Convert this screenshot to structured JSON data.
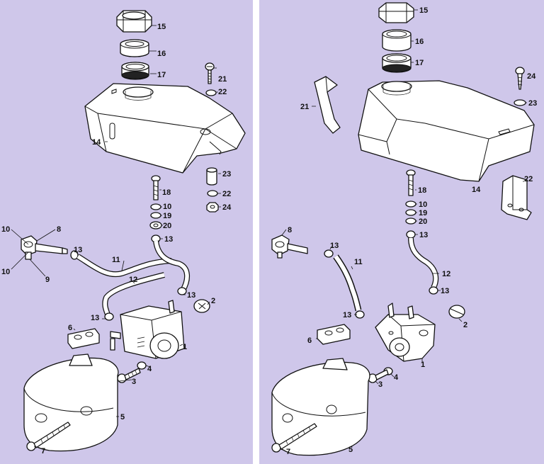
{
  "panel_colors": {
    "background": "#cfc7ea",
    "divider": "#ffffff",
    "ink": "#111111"
  },
  "left_callouts": [
    {
      "id": "l15",
      "text": "15"
    },
    {
      "id": "l16",
      "text": "16"
    },
    {
      "id": "l17",
      "text": "17"
    },
    {
      "id": "l21",
      "text": "21"
    },
    {
      "id": "l22a",
      "text": "22"
    },
    {
      "id": "l14",
      "text": "14"
    },
    {
      "id": "l18",
      "text": "18"
    },
    {
      "id": "l23",
      "text": "23"
    },
    {
      "id": "l22b",
      "text": "22"
    },
    {
      "id": "l24",
      "text": "24"
    },
    {
      "id": "l10",
      "text": "10"
    },
    {
      "id": "l19",
      "text": "19"
    },
    {
      "id": "l20",
      "text": "20"
    },
    {
      "id": "l13a",
      "text": "13"
    },
    {
      "id": "l10b",
      "text": "10"
    },
    {
      "id": "l8",
      "text": "8"
    },
    {
      "id": "l10c",
      "text": "10"
    },
    {
      "id": "l9",
      "text": "9"
    },
    {
      "id": "l13b",
      "text": "13"
    },
    {
      "id": "l11",
      "text": "11"
    },
    {
      "id": "l12",
      "text": "12"
    },
    {
      "id": "l13c",
      "text": "13"
    },
    {
      "id": "l2",
      "text": "2"
    },
    {
      "id": "l13d",
      "text": "13"
    },
    {
      "id": "l6",
      "text": "6"
    },
    {
      "id": "l1",
      "text": "1"
    },
    {
      "id": "l4",
      "text": "4"
    },
    {
      "id": "l3",
      "text": "3"
    },
    {
      "id": "l5",
      "text": "5"
    },
    {
      "id": "l7",
      "text": "7"
    }
  ],
  "right_callouts": [
    {
      "id": "r15",
      "text": "15"
    },
    {
      "id": "r16",
      "text": "16"
    },
    {
      "id": "r17",
      "text": "17"
    },
    {
      "id": "r24",
      "text": "24"
    },
    {
      "id": "r23",
      "text": "23"
    },
    {
      "id": "r21",
      "text": "21"
    },
    {
      "id": "r14",
      "text": "14"
    },
    {
      "id": "r22",
      "text": "22"
    },
    {
      "id": "r18",
      "text": "18"
    },
    {
      "id": "r10",
      "text": "10"
    },
    {
      "id": "r19",
      "text": "19"
    },
    {
      "id": "r20",
      "text": "20"
    },
    {
      "id": "r8",
      "text": "8"
    },
    {
      "id": "r13a",
      "text": "13"
    },
    {
      "id": "r13b",
      "text": "13"
    },
    {
      "id": "r11",
      "text": "11"
    },
    {
      "id": "r12",
      "text": "12"
    },
    {
      "id": "r13c",
      "text": "13"
    },
    {
      "id": "r13d",
      "text": "13"
    },
    {
      "id": "r2",
      "text": "2"
    },
    {
      "id": "r6",
      "text": "6"
    },
    {
      "id": "r1",
      "text": "1"
    },
    {
      "id": "r4",
      "text": "4"
    },
    {
      "id": "r3",
      "text": "3"
    },
    {
      "id": "r7",
      "text": "7"
    },
    {
      "id": "r5",
      "text": "5"
    }
  ]
}
